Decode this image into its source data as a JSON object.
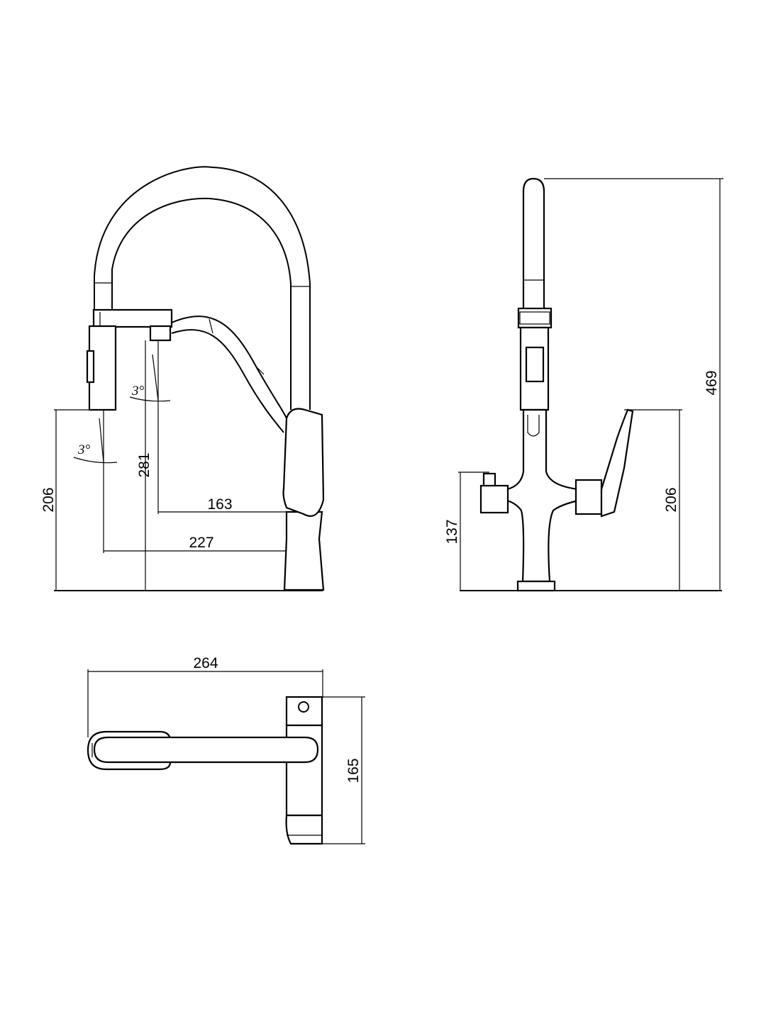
{
  "side_view": {
    "dim_163": "163",
    "dim_227": "227",
    "dim_281": "281",
    "dim_206": "206",
    "angle_upper": "3°",
    "angle_lower": "3°"
  },
  "front_view": {
    "dim_469": "469",
    "dim_206": "206",
    "dim_137": "137"
  },
  "top_view": {
    "dim_264": "264",
    "dim_165": "165"
  }
}
